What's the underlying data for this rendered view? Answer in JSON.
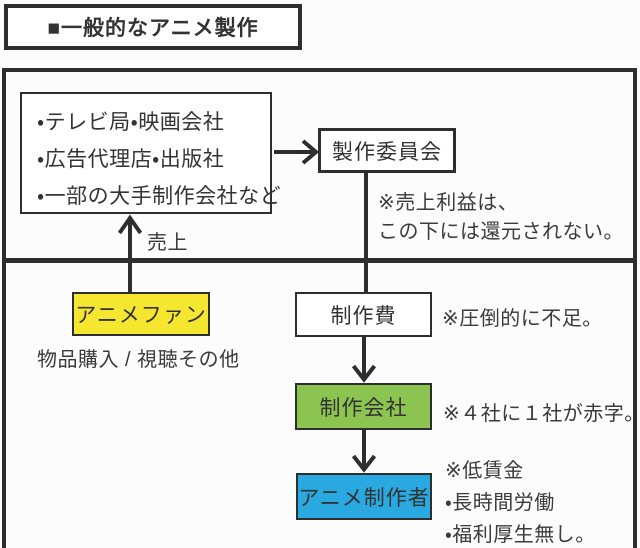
{
  "title_box": {
    "label": "■一般的なアニメ製作"
  },
  "top_section": {
    "funders_box": {
      "lines": [
        "・テレビ局・映画会社",
        "・広告代理店・出版社",
        "・一部の大手制作会社など"
      ]
    },
    "committee_box": {
      "label": "製作委員会"
    },
    "committee_note": {
      "line1": "※売上利益は、",
      "line2": "この下には還元されない。"
    },
    "sales_arrow_label": "売上"
  },
  "bottom_section": {
    "fan_box": {
      "label": "アニメファン"
    },
    "fan_caption": "物品購入 / 視聴その他",
    "cost_box": {
      "label": "制作費"
    },
    "cost_note": "※圧倒的に不足。",
    "company_box": {
      "label": "制作会社"
    },
    "company_note": "※４社に１社が赤字。",
    "creator_box": {
      "label": "アニメ制作者"
    },
    "creator_notes": [
      "※低賃金",
      "・長時間労働",
      "・福利厚生無し。"
    ]
  },
  "colors": {
    "ink": "#2E2E2E",
    "text": "#3B3B3B",
    "fan_box_fill": "#F5E72F",
    "company_box_fill": "#8CC452",
    "creator_box_fill": "#29A9E0",
    "background": "#FCFCFC"
  }
}
